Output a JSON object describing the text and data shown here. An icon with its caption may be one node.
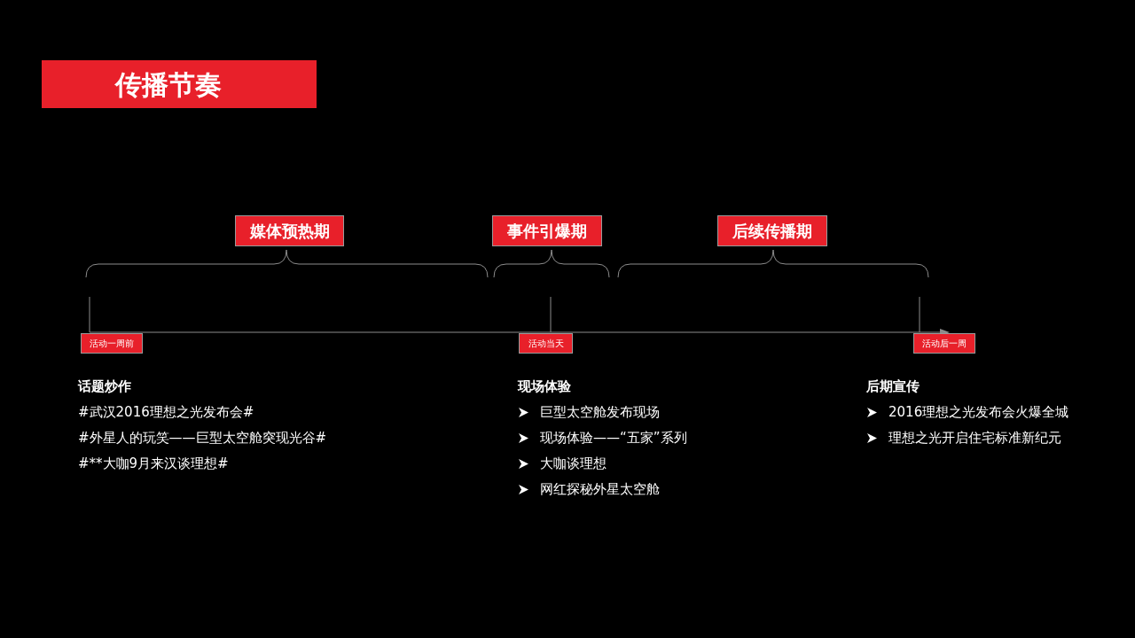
{
  "diagram": {
    "title": "传播节奏",
    "nodes": [
      {
        "text": [
          "媒体预热期"
        ]
      },
      {
        "text": [
          "事件引爆期"
        ]
      },
      {
        "text": [
          "后续传播期"
        ]
      },
      {
        "text": [
          "活动一周前"
        ]
      },
      {
        "text": [
          "活动当天"
        ]
      },
      {
        "text": [
          "活动后一周"
        ]
      }
    ],
    "edges": [],
    "labels": [
      "话题炒作",
      "#武汉2016理想之光发布会#",
      "#外星人的玩笑——巨型太空舱突现光谷#",
      "#**大咖9月来汉谈理想#",
      "现场体验",
      "巨型太空舱发布现场",
      "现场体验——“五家”系列",
      "大咖谈理想",
      "网红探秘外星太空舱",
      "后期宣传",
      "2016理想之光发布会火爆全城",
      "理想之光开启住宅标准新纪元"
    ]
  }
}
